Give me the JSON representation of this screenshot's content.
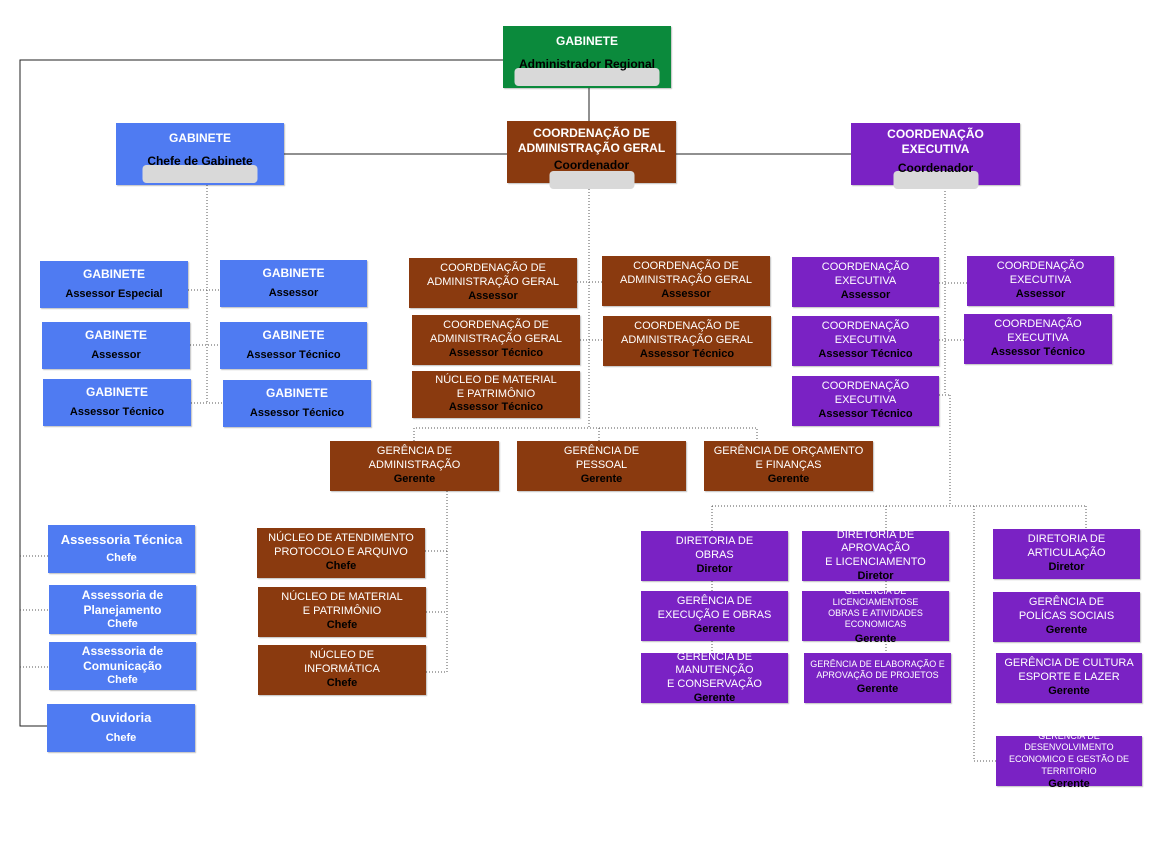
{
  "top": {
    "gabinete": {
      "title": "GABINETE",
      "role": "Administrador Regional"
    }
  },
  "level1": {
    "gabinete": {
      "title": "GABINETE",
      "role": "Chefe de Gabinete"
    },
    "cag": {
      "title": "COORDENAÇÃO DE\nADMINISTRAÇÃO GERAL",
      "role": "Coordenador"
    },
    "ce": {
      "title": "COORDENAÇÃO\nEXECUTIVA",
      "role": "Coordenador"
    }
  },
  "gabinete_staff": [
    {
      "title": "GABINETE",
      "role": "Assessor Especial"
    },
    {
      "title": "GABINETE",
      "role": "Assessor"
    },
    {
      "title": "GABINETE",
      "role": "Assessor"
    },
    {
      "title": "GABINETE",
      "role": "Assessor Técnico"
    },
    {
      "title": "GABINETE",
      "role": "Assessor Técnico"
    },
    {
      "title": "GABINETE",
      "role": "Assessor Técnico"
    }
  ],
  "cag_staff": [
    {
      "title": "COORDENAÇÃO DE\nADMINISTRAÇÃO GERAL",
      "role": "Assessor"
    },
    {
      "title": "COORDENAÇÃO DE\nADMINISTRAÇÃO GERAL",
      "role": "Assessor"
    },
    {
      "title": "COORDENAÇÃO DE\nADMINISTRAÇÃO GERAL",
      "role": "Assessor Técnico"
    },
    {
      "title": "COORDENAÇÃO DE\nADMINISTRAÇÃO GERAL",
      "role": "Assessor Técnico"
    },
    {
      "title": "NÚCLEO DE MATERIAL\nE PATRIMÔNIO",
      "role": "Assessor Técnico"
    }
  ],
  "ce_staff": [
    {
      "title": "COORDENAÇÃO\nEXECUTIVA",
      "role": "Assessor"
    },
    {
      "title": "COORDENAÇÃO\nEXECUTIVA",
      "role": "Assessor"
    },
    {
      "title": "COORDENAÇÃO\nEXECUTIVA",
      "role": "Assessor Técnico"
    },
    {
      "title": "COORDENAÇÃO\nEXECUTIVA",
      "role": "Assessor Técnico"
    },
    {
      "title": "COORDENAÇÃO\nEXECUTIVA",
      "role": "Assessor Técnico"
    }
  ],
  "cag_gerencias": [
    {
      "title": "GERÊNCIA DE\nADMINISTRAÇÃO",
      "role": "Gerente"
    },
    {
      "title": "GERÊNCIA DE\nPESSOAL",
      "role": "Gerente"
    },
    {
      "title": "GERÊNCIA DE ORÇAMENTO\nE FINANÇAS",
      "role": "Gerente"
    }
  ],
  "nucleos": [
    {
      "title": "NÚCLEO DE ATENDIMENTO\nPROTOCOLO E ARQUIVO",
      "role": "Chefe"
    },
    {
      "title": "NÚCLEO DE MATERIAL\nE PATRIMÔNIO",
      "role": "Chefe"
    },
    {
      "title": "NÚCLEO DE\nINFORMÁTICA",
      "role": "Chefe"
    }
  ],
  "assessorias": [
    {
      "title": "Assessoria Técnica",
      "role": "Chefe"
    },
    {
      "title": "Assessoria de\nPlanejamento",
      "role": "Chefe"
    },
    {
      "title": "Assessoria de\nComunicação",
      "role": "Chefe"
    },
    {
      "title": "Ouvidoria",
      "role": "Chefe"
    }
  ],
  "diretorias": [
    {
      "title": "DIRETORIA DE\nOBRAS",
      "role": "Diretor"
    },
    {
      "title": "DIRETORIA DE APROVAÇÃO\nE LICENCIAMENTO",
      "role": "Diretor"
    },
    {
      "title": "DIRETORIA DE\nARTICULAÇÃO",
      "role": "Diretor"
    }
  ],
  "gerencias_obras": [
    {
      "title": "GERÊNCIA DE\nEXECUÇÃO E OBRAS",
      "role": "Gerente"
    },
    {
      "title": "GERÊNCIA DE MANUTENÇÃO\nE CONSERVAÇÃO",
      "role": "Gerente"
    }
  ],
  "gerencias_aprovacao": [
    {
      "title": "GERÊNCIA DE LICENCIAMENTOSE\nOBRAS E ATIVIDADES ECONOMICAS",
      "role": "Gerente"
    },
    {
      "title": "GERÊNCIA DE ELABORAÇÃO E\nAPROVAÇÃO DE PROJETOS",
      "role": "Gerente"
    }
  ],
  "gerencias_articulacao": [
    {
      "title": "GERÊNCIA DE\nPOLÍCAS SOCIAIS",
      "role": "Gerente"
    },
    {
      "title": "GERÊNCIA DE CULTURA\nESPORTE E LAZER",
      "role": "Gerente"
    },
    {
      "title": "GERÊNCIA DE DESENVOLVIMENTO\nECONOMICO E GESTÃO DE\nTERRITORIO",
      "role": "Gerente"
    }
  ],
  "colors": {
    "gabinete_top": "#0b8a3c",
    "gabinete": "#4f7bf2",
    "administracao_geral": "#8a3a0f",
    "executiva": "#7a22c4",
    "role_pill": "#d9d9d9"
  }
}
